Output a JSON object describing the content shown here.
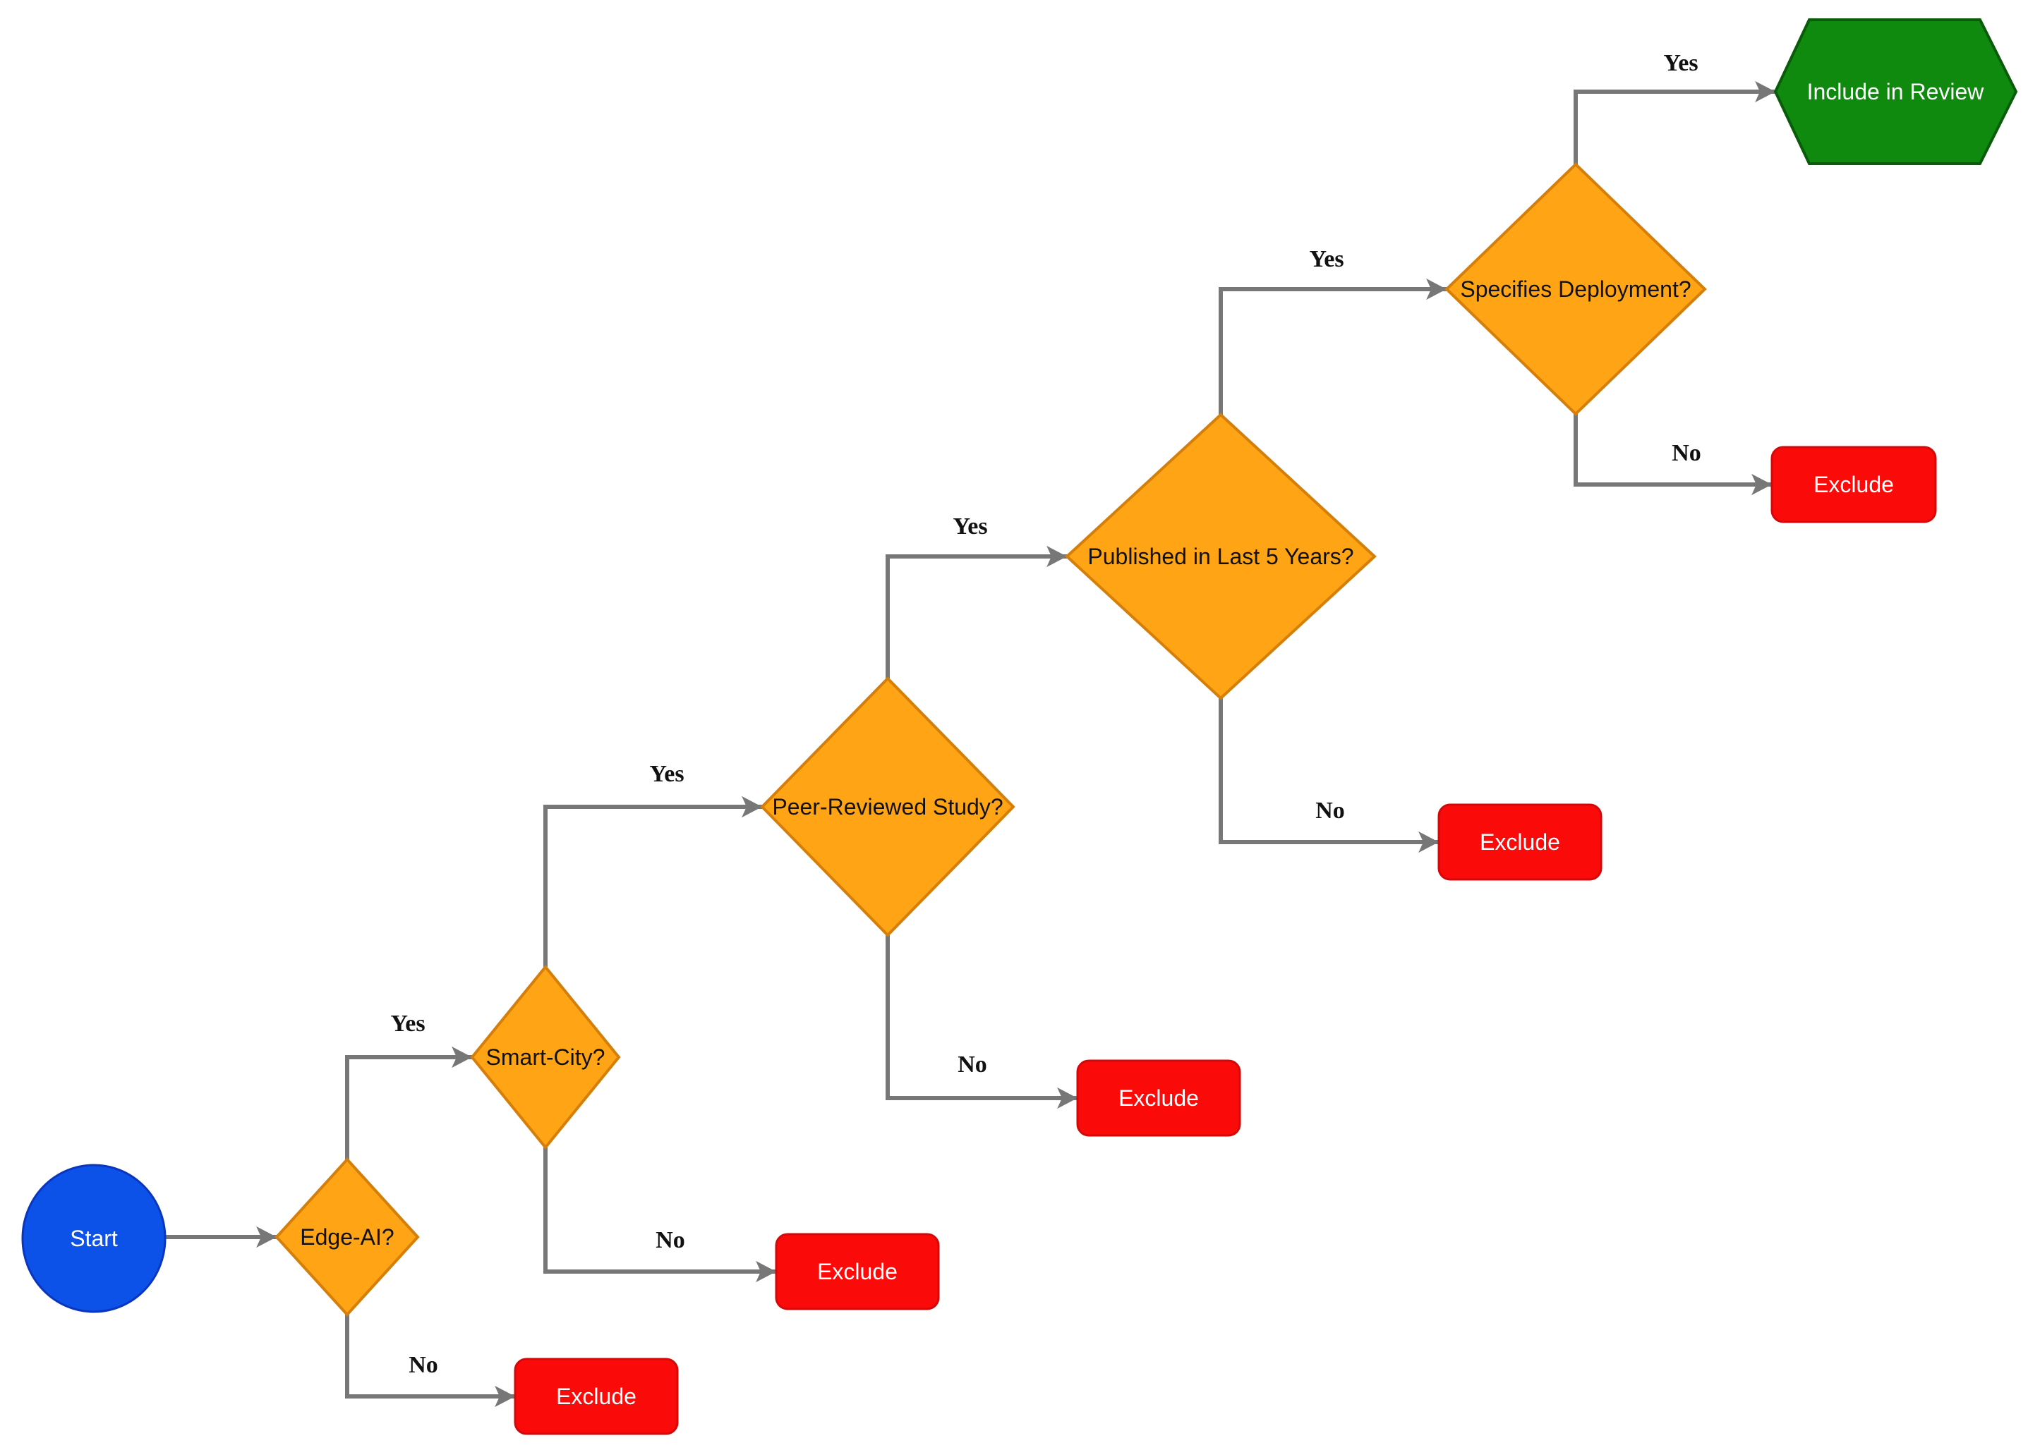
{
  "diagram": {
    "type": "flowchart",
    "description": "Systematic review screening decision flowchart",
    "colors": {
      "decision_fill": "#FFA414",
      "decision_stroke": "#D47F0A",
      "start_fill": "#0C52E8",
      "start_stroke": "#0A36BE",
      "exclude_fill": "#FB0A0A",
      "exclude_stroke": "#D40808",
      "include_fill": "#0F8A0F",
      "include_stroke": "#0A5C0A",
      "connector": "#777777",
      "edge_label_color": "#111111",
      "node_text_dark": "#111111",
      "node_text_light": "#FFFFFF"
    },
    "nodes": {
      "start": {
        "label": "Start",
        "type": "start"
      },
      "edge_ai": {
        "label": "Edge-AI?",
        "type": "decision"
      },
      "smart_city": {
        "label": "Smart-City?",
        "type": "decision"
      },
      "peer_reviewed": {
        "label": "Peer-Reviewed Study?",
        "type": "decision"
      },
      "published": {
        "label": "Published in Last 5 Years?",
        "type": "decision"
      },
      "deployment": {
        "label": "Specifies Deployment?",
        "type": "decision"
      },
      "include": {
        "label": "Include in Review",
        "type": "terminal-include"
      },
      "exclude_1": {
        "label": "Exclude",
        "type": "terminal-exclude"
      },
      "exclude_2": {
        "label": "Exclude",
        "type": "terminal-exclude"
      },
      "exclude_3": {
        "label": "Exclude",
        "type": "terminal-exclude"
      },
      "exclude_4": {
        "label": "Exclude",
        "type": "terminal-exclude"
      },
      "exclude_5": {
        "label": "Exclude",
        "type": "terminal-exclude"
      }
    },
    "edges": [
      {
        "from": "start",
        "to": "edge_ai",
        "label": ""
      },
      {
        "from": "edge_ai",
        "to": "smart_city",
        "label": "Yes"
      },
      {
        "from": "edge_ai",
        "to": "exclude_1",
        "label": "No"
      },
      {
        "from": "smart_city",
        "to": "peer_reviewed",
        "label": "Yes"
      },
      {
        "from": "smart_city",
        "to": "exclude_2",
        "label": "No"
      },
      {
        "from": "peer_reviewed",
        "to": "published",
        "label": "Yes"
      },
      {
        "from": "peer_reviewed",
        "to": "exclude_3",
        "label": "No"
      },
      {
        "from": "published",
        "to": "deployment",
        "label": "Yes"
      },
      {
        "from": "published",
        "to": "exclude_4",
        "label": "No"
      },
      {
        "from": "deployment",
        "to": "include",
        "label": "Yes"
      },
      {
        "from": "deployment",
        "to": "exclude_5",
        "label": "No"
      }
    ]
  }
}
